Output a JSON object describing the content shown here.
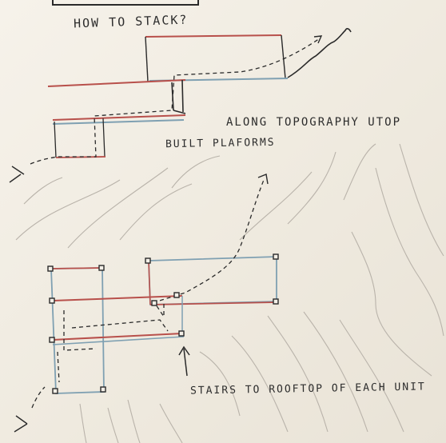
{
  "annotations": {
    "title": "How to stack?",
    "note1": "Along topography utop",
    "note2": "built plaforms",
    "note3": "Stairs to rooftop of each unit"
  },
  "colors": {
    "paper": "#f3efe7",
    "pencil": "#2a2a2a",
    "red_pencil": "#b8504b",
    "blue_pencil": "#7fa0b2",
    "contour": "#b9b3aa"
  }
}
